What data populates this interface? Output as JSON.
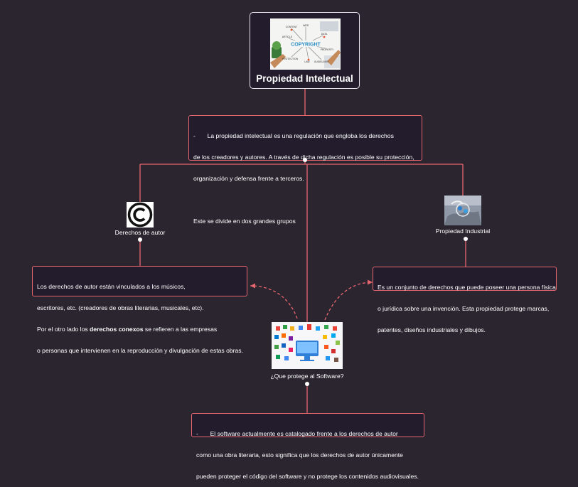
{
  "root": {
    "title": "Propiedad Intelectual",
    "image_words": [
      "CONTENT",
      "WEB",
      "DATA",
      "ARTICLE",
      "COPYRIGHT",
      "PROPERTY",
      "PROTECTION",
      "LAW",
      "GUIDELINES"
    ]
  },
  "intro": {
    "line1": "-       La propiedad intelectual es una regulación que engloba los derechos",
    "line2": "de los creadores y autores. A través de dicha regulación es posible su protección,",
    "line3": "organización y defensa frente a terceros.",
    "line4": "Este se divide en dos grandes grupos"
  },
  "copyright_node": {
    "label": "Derechos de autor",
    "icon": "copyright-symbol-icon"
  },
  "copyright_box": {
    "line1": "Los derechos de autor están vinculados a los músicos,",
    "line2": "escritores, etc. (creadores de obras literarias, musicales, etc).",
    "line3_pre": "Por el otro lado los ",
    "line3_bold": "derechos conexos",
    "line3_post": " se refieren a las empresas",
    "line4": "o personas que intervienen en la reproducción y divulgación de estas obras."
  },
  "industrial_node": {
    "label": "Propiedad Industrial",
    "icon": "patent-hand-icon"
  },
  "industrial_box": {
    "line1": "Es un conjunto de derechos que puede poseer una persona física",
    "line2": "o jurídica sobre una invención. Esta propiedad protege marcas,",
    "line3": "patentes, diseños industriales y dibujos."
  },
  "software_node": {
    "label": "¿Que protege al Software?",
    "icon": "software-apps-icon"
  },
  "software_box": {
    "line1": "-       El software actualmente es catalogado frente a los derechos de autor",
    "line2": "como una obra literaria, esto significa que los derechos de autor únicamente",
    "line3": "pueden proteger el código del software y no protege los contenidos audiovisuales."
  },
  "colors": {
    "background": "#2b2530",
    "link": "#e8666f",
    "node_fill": "#221c2c",
    "text": "#ffffff"
  }
}
